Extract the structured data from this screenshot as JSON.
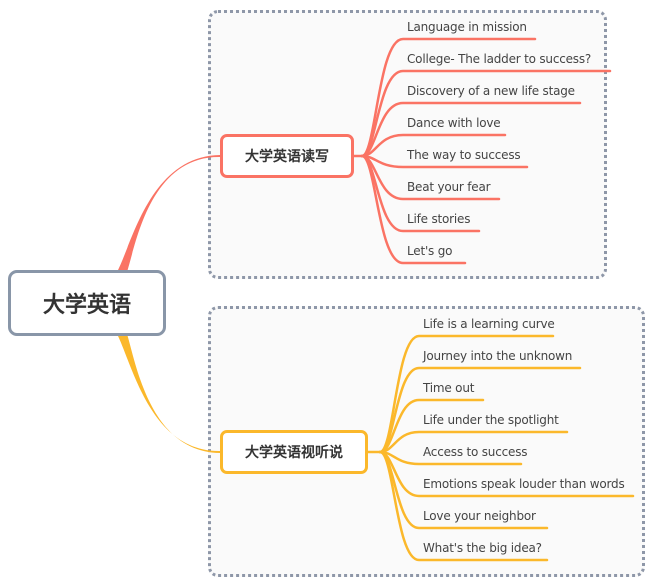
{
  "root": {
    "label": "大学英语",
    "color": "#8996a8"
  },
  "branches": [
    {
      "label": "大学英语读写",
      "color": "#fa7364",
      "children": [
        "Language in mission",
        "College- The ladder to success?",
        "Discovery of a new life stage",
        "Dance with love",
        "The way to success",
        "Beat your fear",
        "Life stories",
        "Let's go"
      ]
    },
    {
      "label": "大学英语视听说",
      "color": "#fbb82b",
      "children": [
        "Life is a learning curve",
        "Journey into the unknown",
        "Time out",
        "Life under the spotlight",
        "Access to success",
        "Emotions speak louder than words",
        "Love your neighbor",
        "What's the big idea?"
      ]
    }
  ]
}
